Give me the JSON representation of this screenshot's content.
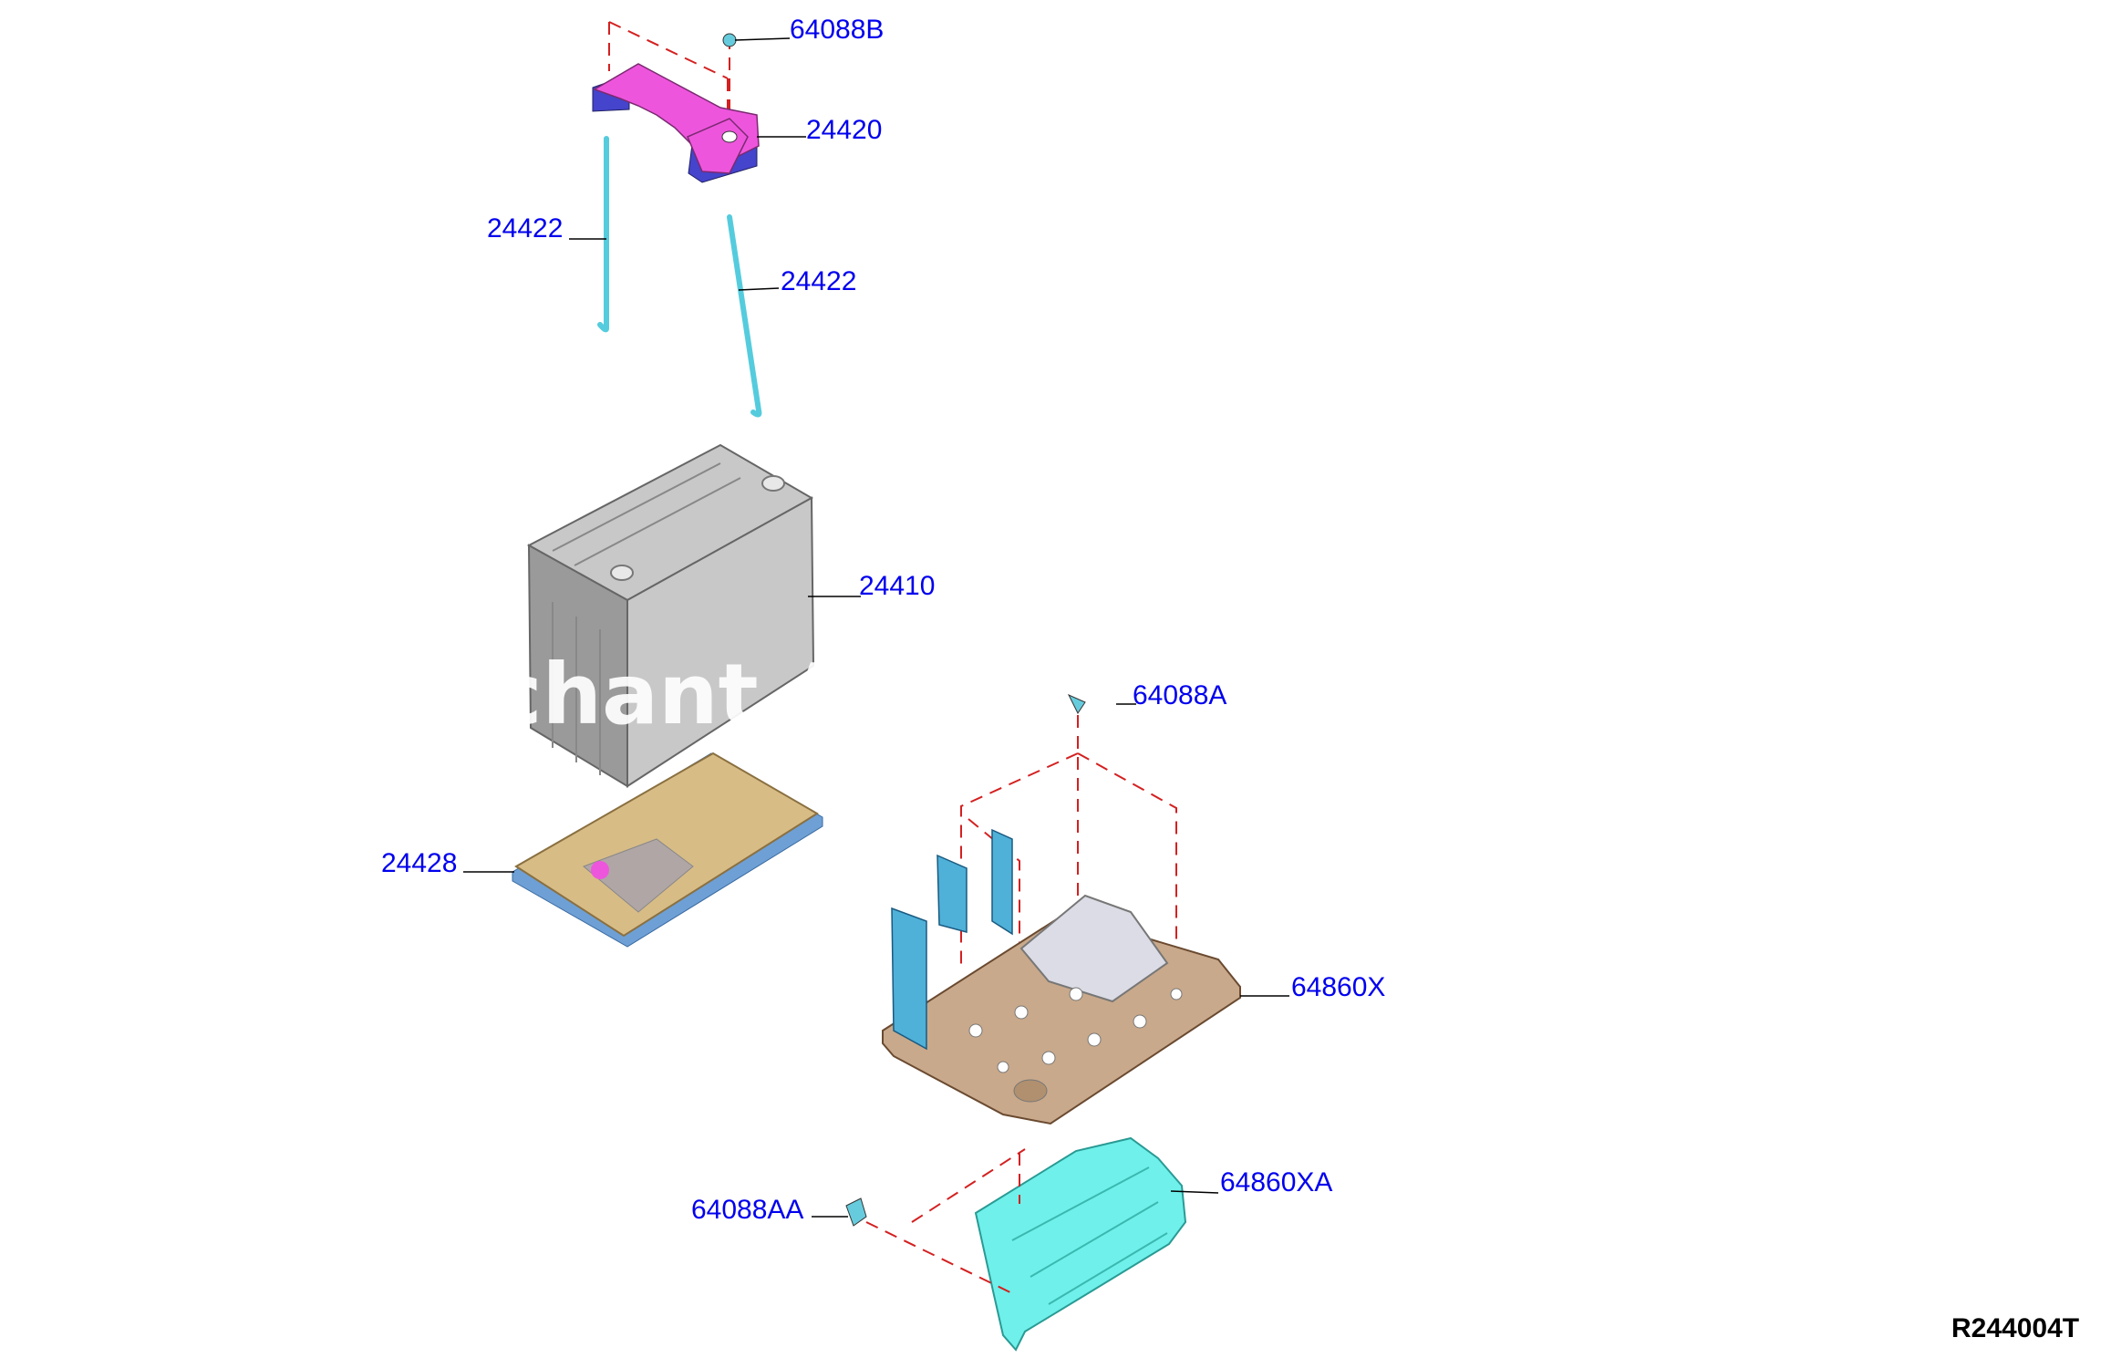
{
  "colors": {
    "label": "#0000ee",
    "leader": "#000000",
    "dash": "#d42020",
    "bracket_top": "#ee55dd",
    "bracket_top_side": "#4444cc",
    "rod": "#55ccdd",
    "battery_body": "#c8c8c8",
    "battery_dark": "#9a9a9a",
    "tray_mat": "#d8bc86",
    "tray_mat_edge": "#6ea0d6",
    "base_tray": "#c9a98b",
    "base_bracket": "#4fb0d8",
    "heat_shield": "#6ff0ea",
    "bolt": "#66ccdd"
  },
  "labels": {
    "p64088b": "64088B",
    "p24420": "24420",
    "p24422_left": "24422",
    "p24422_right": "24422",
    "p24410": "24410",
    "p64088a": "64088A",
    "p24428": "24428",
    "p64860x": "64860X",
    "p64860xa": "64860XA",
    "p64088aa": "64088AA"
  },
  "diagram_id": "R244004T",
  "watermark": "chant Au"
}
